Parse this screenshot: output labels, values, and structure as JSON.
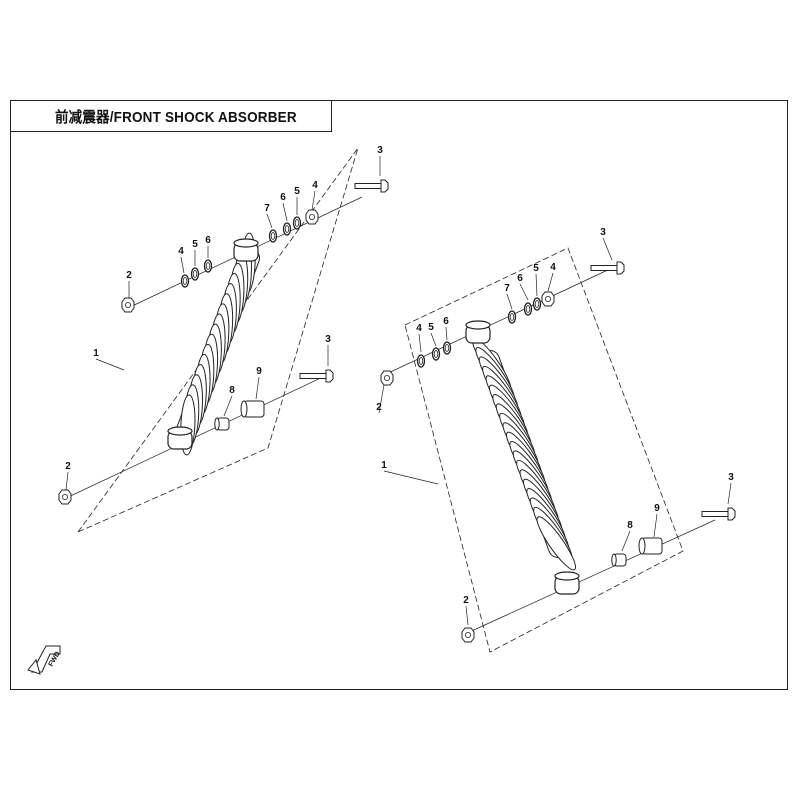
{
  "title": "前减震器/FRONT SHOCK ABSORBER",
  "direction_marker": "FWD",
  "assemblies": [
    {
      "name": "left",
      "callouts": [
        "1",
        "2",
        "2",
        "3",
        "3",
        "4",
        "4",
        "5",
        "5",
        "6",
        "6",
        "7",
        "8",
        "9"
      ]
    },
    {
      "name": "right",
      "callouts": [
        "1",
        "2",
        "2",
        "3",
        "3",
        "4",
        "4",
        "5",
        "5",
        "6",
        "6",
        "7",
        "8",
        "9"
      ]
    }
  ],
  "colors": {
    "line": "#222222",
    "background": "#ffffff"
  }
}
